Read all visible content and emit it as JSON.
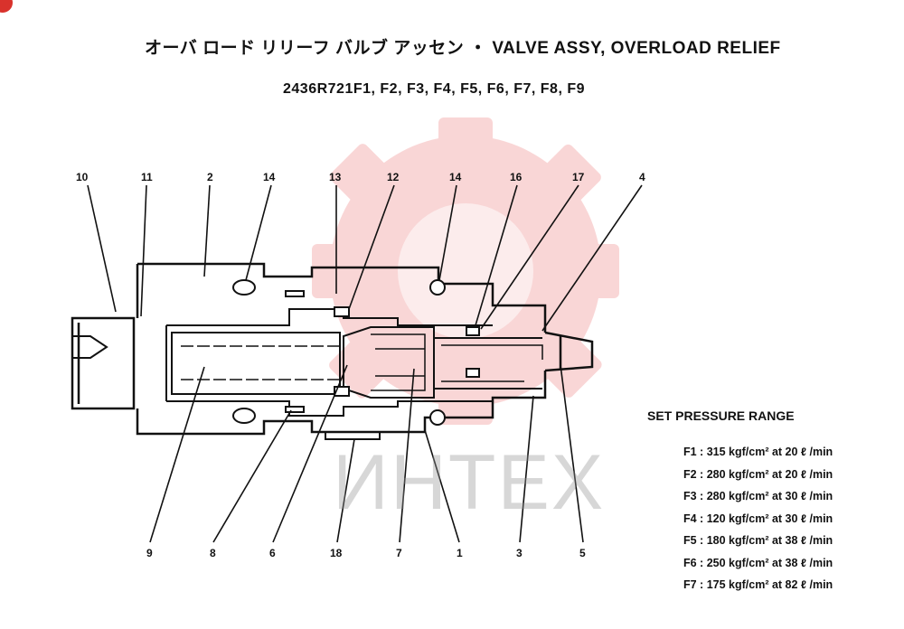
{
  "title": "オーバ ロード リリーフ バルブ アッセン ・ VALVE ASSY, OVERLOAD RELIEF",
  "subtitle": "2436R721F1, F2, F3, F4, F5, F6, F7, F8, F9",
  "watermark": "ИНТЕХ",
  "callouts": {
    "c10": "10",
    "c11": "11",
    "c2": "2",
    "c14a": "14",
    "c13": "13",
    "c12": "12",
    "c14b": "14",
    "c16": "16",
    "c17": "17",
    "c4": "4",
    "c9": "9",
    "c8": "8",
    "c6": "6",
    "c18": "18",
    "c7": "7",
    "c1": "1",
    "c3": "3",
    "c5": "5"
  },
  "set_pressure": {
    "heading": "SET PRESSURE RANGE",
    "rows": [
      "F1 : 315 kgf/cm² at 20 ℓ /min",
      "F2 : 280 kgf/cm² at 20 ℓ /min",
      "F3 : 280 kgf/cm² at 30 ℓ /min",
      "F4 : 120 kgf/cm² at 30 ℓ /min",
      "F5 : 180 kgf/cm² at 38 ℓ /min",
      "F6 : 250 kgf/cm² at 38 ℓ /min",
      "F7 : 175 kgf/cm² at 82 ℓ /min"
    ]
  },
  "colors": {
    "watermark_red": "#e84a4a",
    "ink": "#111111"
  }
}
